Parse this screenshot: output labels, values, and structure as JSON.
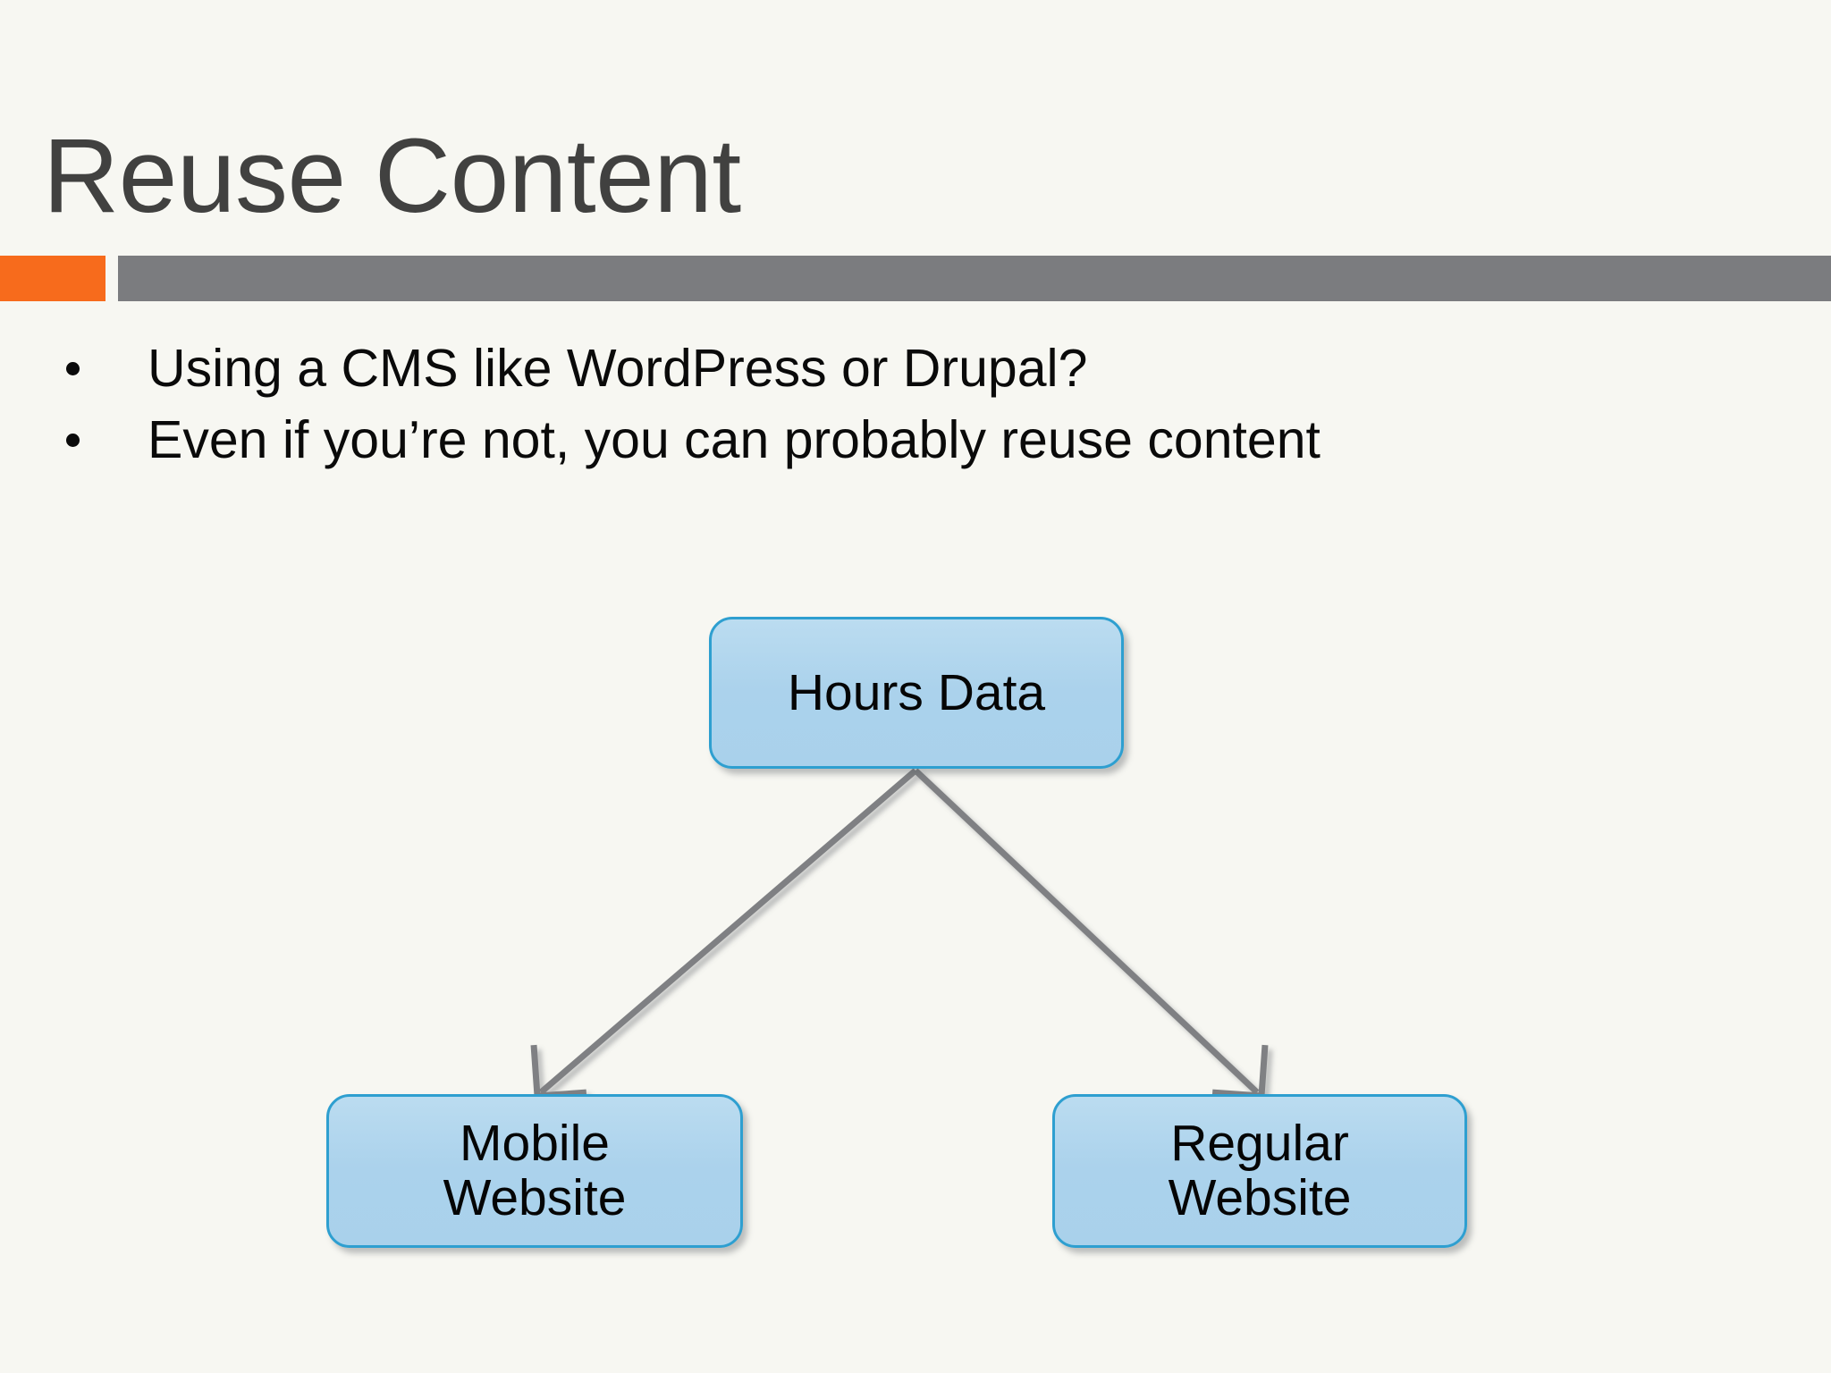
{
  "slide": {
    "title": "Reuse Content",
    "background_color": "#F7F7F2",
    "title_color": "#414140"
  },
  "divider": {
    "accent_color": "#F76B1C",
    "bar_color": "#7B7C7F"
  },
  "bullets": [
    {
      "text": "Using a CMS like WordPress or Drupal?"
    },
    {
      "text": "Even if you’re not, you can probably reuse content"
    }
  ],
  "diagram": {
    "node_fill": "#ABD2EC",
    "node_border": "#2E9FD0",
    "connector_color": "#7F8083",
    "nodes": [
      {
        "id": "hours-data",
        "label": "Hours Data"
      },
      {
        "id": "mobile-website",
        "label": "Mobile\nWebsite"
      },
      {
        "id": "regular-website",
        "label": "Regular\nWebsite"
      }
    ],
    "connectors": [
      {
        "from": "hours-data",
        "to": "mobile-website",
        "arrowhead": "open"
      },
      {
        "from": "hours-data",
        "to": "regular-website",
        "arrowhead": "open"
      }
    ]
  }
}
